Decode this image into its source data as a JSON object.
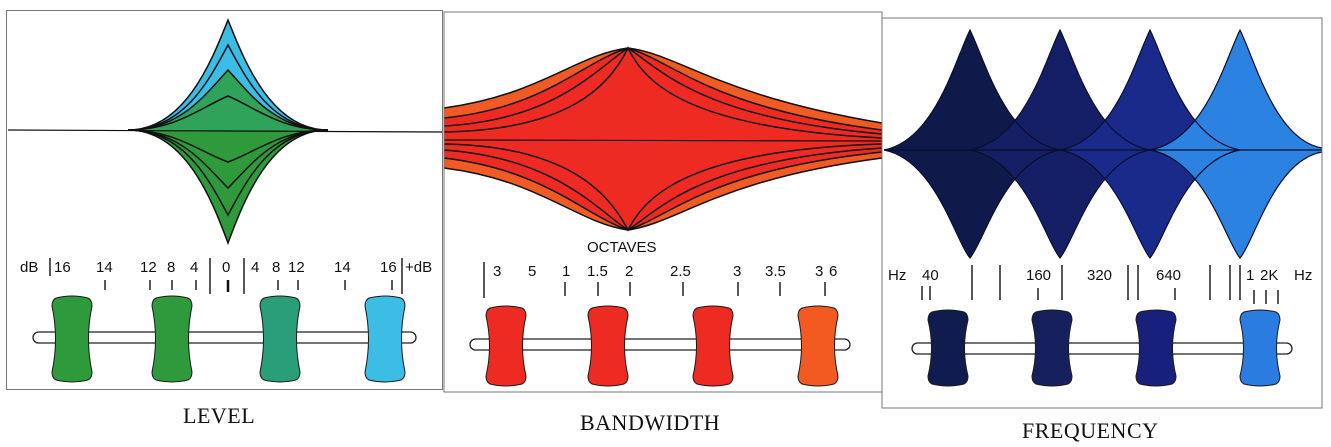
{
  "panels": {
    "level": {
      "title": "LEVEL",
      "scale_labels": [
        "dB",
        "16",
        "14",
        "12",
        "8",
        "4",
        "0",
        "4",
        "8",
        "12",
        "14",
        "16",
        "+dB"
      ],
      "sliders": [
        {
          "color": "#2e9a3c"
        },
        {
          "color": "#2e9a3c"
        },
        {
          "color": "#2a9e78"
        },
        {
          "color": "#3cbde6"
        }
      ]
    },
    "bandwidth": {
      "title": "BANDWIDTH",
      "unit_label": "OCTAVES",
      "scale_labels": [
        "3",
        "5",
        "1",
        "1.5",
        "2",
        "2.5",
        "3",
        "3.5",
        "3",
        "6"
      ],
      "sliders": [
        {
          "color": "#ee2b22"
        },
        {
          "color": "#ee2b22"
        },
        {
          "color": "#ee2b22"
        },
        {
          "color": "#f25a22"
        }
      ]
    },
    "frequency": {
      "title": "FREQUENCY",
      "scale_labels": [
        "Hz",
        "40",
        "160",
        "320",
        "640",
        "1",
        "2K",
        "Hz"
      ],
      "sliders": [
        {
          "color": "#111c4e"
        },
        {
          "color": "#15205c"
        },
        {
          "color": "#17207a"
        },
        {
          "color": "#2a7ce0"
        }
      ]
    }
  },
  "colors": {
    "level_greens": [
      "#2f9b3a",
      "#22a070"
    ],
    "level_blue": "#3cbde6",
    "bandwidth_red": "#ee2b22",
    "bandwidth_orange": "#f05a24",
    "frequency_blues": [
      "#0f1a4a",
      "#141f66",
      "#1a2a8a",
      "#2b82e0"
    ]
  }
}
